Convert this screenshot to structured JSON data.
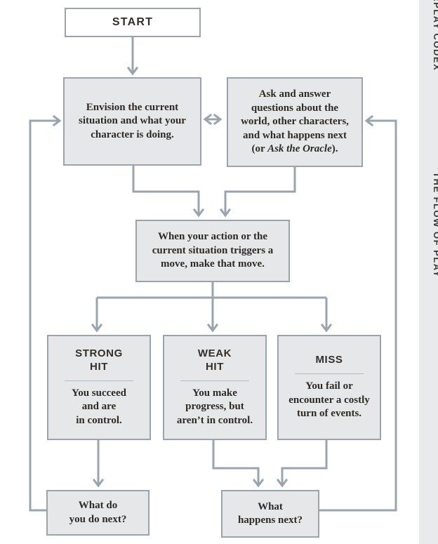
{
  "sidebar": {
    "top_label": "EPLAY CODEX",
    "bottom_label": "THE FLOW OF PLAY"
  },
  "flowchart": {
    "start": "START",
    "envision": "Envision the current\nsituation and what your\ncharacter is doing.",
    "ask_text": "Ask and answer\nquestions about the\nworld, other characters,\nand what happens next",
    "ask_paren_open": "(or ",
    "ask_oracle": "Ask the Oracle",
    "ask_paren_close": ").",
    "move": "When your action or the\ncurrent situation triggers a\nmove, make that move.",
    "strong_hit_title": "STRONG\nHIT",
    "strong_hit_text": "You succeed\nand are\nin control.",
    "weak_hit_title": "WEAK\nHIT",
    "weak_hit_text": "You make\nprogress, but\naren’t in control.",
    "miss_title": "MISS",
    "miss_text": "You fail or\nencounter a costly\nturn of events.",
    "what_do": "What do\nyou do next?",
    "what_happens": "What\nhappens next?"
  },
  "colors": {
    "line": "#9ba4ad",
    "box_fill": "#e6e7e9",
    "box_border": "#9ba4ad",
    "text": "#2e2a25",
    "sidebar_fill": "#e9eaeb"
  }
}
